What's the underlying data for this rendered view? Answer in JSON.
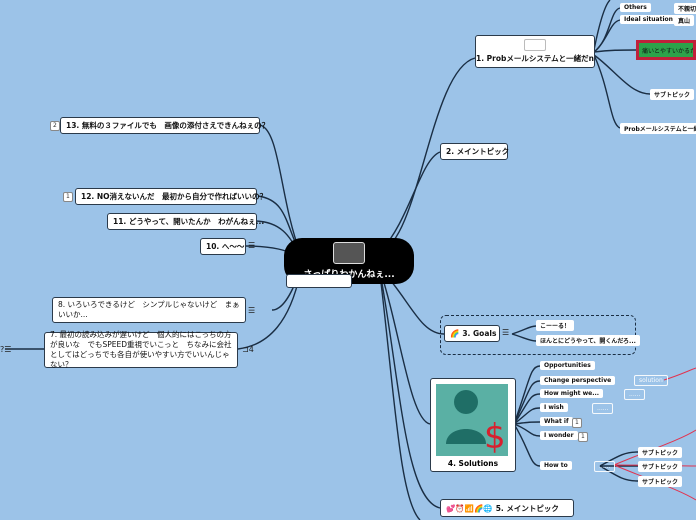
{
  "root": {
    "title": "さっぱりわかんねぇ..."
  },
  "topics": {
    "t1": "1. Probメールシステムと一緒だn",
    "t2": "2. メイントピック",
    "t3": "3. Goals",
    "t4": "4. Solutions",
    "t5": "5. メイントピック",
    "t7": "7. 最初の読み込みが遅いけど　個人的にはこっちの方が良いな　でもSPEED重視でいこっと　ちなみに会社としてはどっちでも各自が使いやすい方でいいんじゃない？",
    "t8": "8. いろいろできるけど　シンプルじゃないけど　まぁいいか...",
    "t10": "10. へ～～",
    "t11": "11. どうやって、開いたんか　わがんねぇ...",
    "t12": "12. NO消えないんだ　最初から自分で作ればいいの？",
    "t13": "13. 無料の３ファイルでも　画像の添付さえできんねぇの？"
  },
  "badges": {
    "t12": "1",
    "t13": "2",
    "t7": "4"
  },
  "t1_children": {
    "others": "Others",
    "others_val": "不親切",
    "ideal": "Ideal situation",
    "ideal_val": "真山",
    "highlight": "痛いとやすいかるため",
    "subtopic": "サブトピック",
    "bottom": "Probメールシステムと一緒だ"
  },
  "goals_children": [
    "こーーる！",
    "ほんとにどうやって、開くんだろ..."
  ],
  "solutions_children": {
    "opportunities": "Opportunities",
    "change": "Change perspective",
    "change_val": "solution",
    "how_might": "How might we...",
    "how_might_val": "......",
    "iwish": "I wish",
    "iwish_val": "......",
    "whatif": "What if",
    "whatif_badge": "1",
    "iwonder": "I wonder",
    "iwonder_badge": "1",
    "howto": "How to",
    "howto_val": "......",
    "subs": [
      "サブトピック",
      "サブトピック",
      "サブトピック"
    ]
  },
  "colors": {
    "background": "#9cc3e8",
    "branch": "#1a2e44",
    "highlight": "#2ca24a",
    "highlight_border": "#c0203a",
    "arrow": "#e2334f"
  }
}
